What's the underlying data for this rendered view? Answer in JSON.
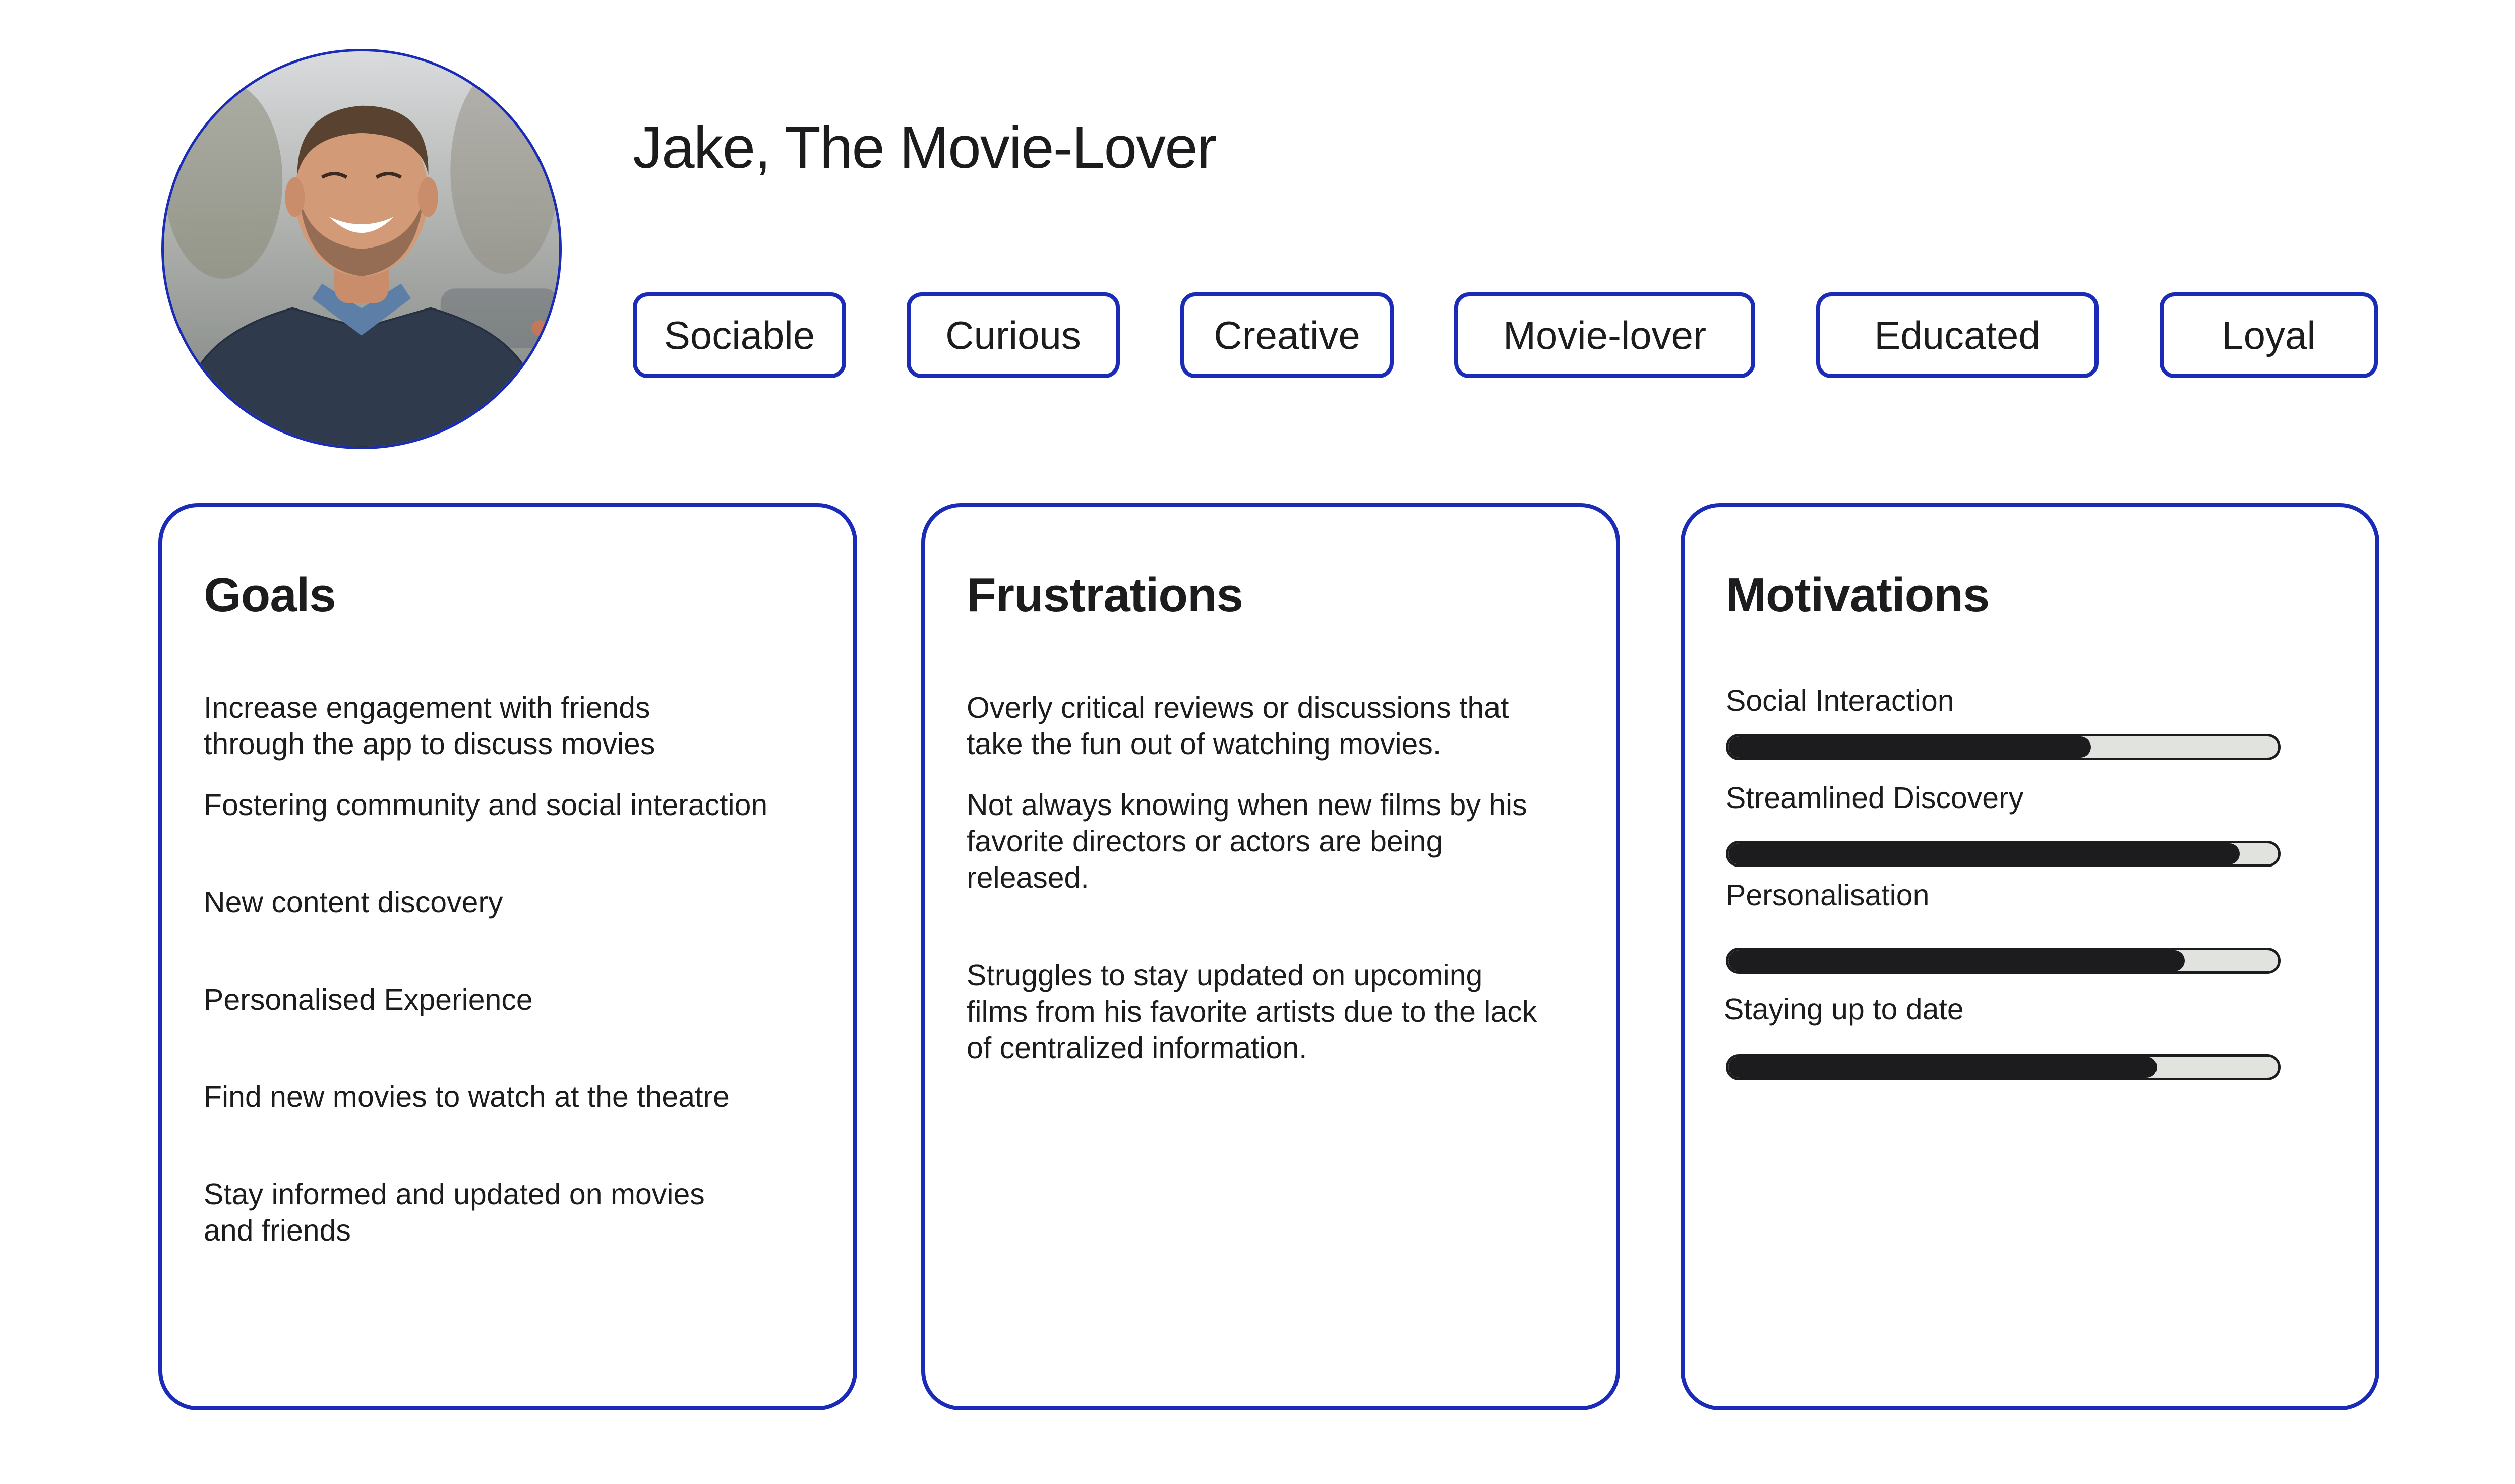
{
  "persona": {
    "name": "Jake, The Movie-Lover",
    "tags": [
      "Sociable",
      "Curious",
      "Creative",
      "Movie-lover",
      "Educated",
      "Loyal"
    ]
  },
  "goals": {
    "title": "Goals",
    "items": [
      "Increase engagement with friends through the app to discuss movies",
      "Fostering community and social interaction",
      "New content discovery",
      "Personalised Experience",
      "Find new movies to watch at the theatre",
      "Stay informed and updated on movies and friends"
    ]
  },
  "frustrations": {
    "title": "Frustrations",
    "items": [
      "Overly critical reviews or discussions that take the fun out of watching movies.",
      "Not always knowing when new films by his favorite directors or actors are being released.",
      "Struggles to stay updated on upcoming films from his favorite artists due to the lack of centralized information."
    ]
  },
  "motivations": {
    "title": "Motivations",
    "items": [
      {
        "label": "Social Interaction",
        "level": 0.66
      },
      {
        "label": "Streamlined Discovery",
        "level": 0.93
      },
      {
        "label": "Personalisation",
        "level": 0.83
      },
      {
        "label": "Staying up to date",
        "level": 0.78
      }
    ]
  },
  "colors": {
    "accent": "#1a2bb8",
    "bar_fill": "#1c1c1e",
    "bar_track": "#e0e3de",
    "text": "#1c1c1e"
  }
}
